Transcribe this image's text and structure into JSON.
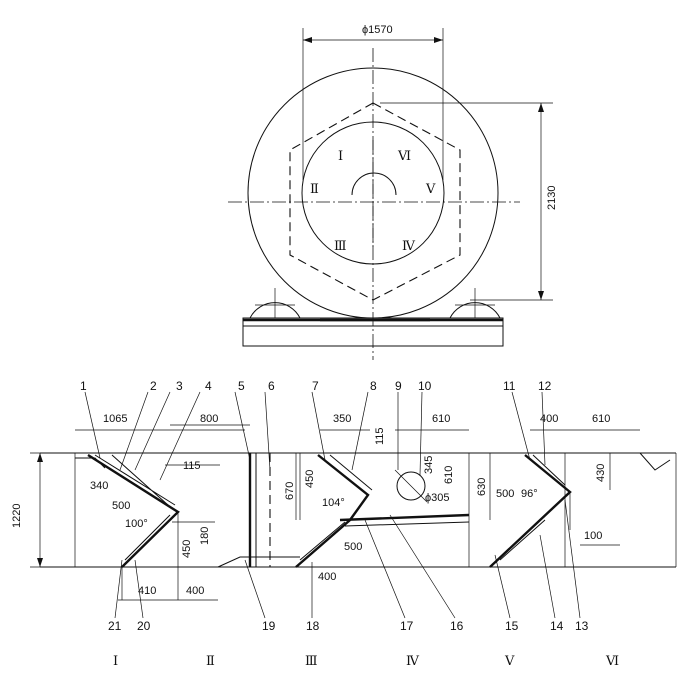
{
  "top_view": {
    "diameter_label": "ϕ1570",
    "height_label": "2130",
    "sector_labels": [
      "Ⅰ",
      "Ⅱ",
      "Ⅲ",
      "Ⅳ",
      "Ⅴ",
      "Ⅵ"
    ]
  },
  "section": {
    "overall_height": "1220",
    "part_numbers": [
      "1",
      "2",
      "3",
      "4",
      "5",
      "6",
      "7",
      "8",
      "9",
      "10",
      "11",
      "12",
      "13",
      "14",
      "15",
      "16",
      "17",
      "18",
      "19",
      "20",
      "21"
    ],
    "dimensions": {
      "d1065": "1065",
      "d800": "800",
      "d115a": "115",
      "d340": "340",
      "d500a": "500",
      "d100deg": "100°",
      "d450a": "450",
      "d180": "180",
      "d410": "410",
      "d400a": "400",
      "d670": "670",
      "d350": "350",
      "d115b": "115",
      "d450b": "450",
      "d104deg": "104°",
      "d500b": "500",
      "d400b": "400",
      "d610a": "610",
      "d345": "345",
      "d610b": "610",
      "d305": "ϕ305",
      "d630": "630",
      "d400c": "400",
      "d610c": "610",
      "d430": "430",
      "d500c": "500",
      "d96deg": "96°",
      "d100": "100"
    },
    "zone_labels": [
      "Ⅰ",
      "Ⅱ",
      "Ⅲ",
      "Ⅳ",
      "Ⅴ",
      "Ⅵ"
    ]
  }
}
